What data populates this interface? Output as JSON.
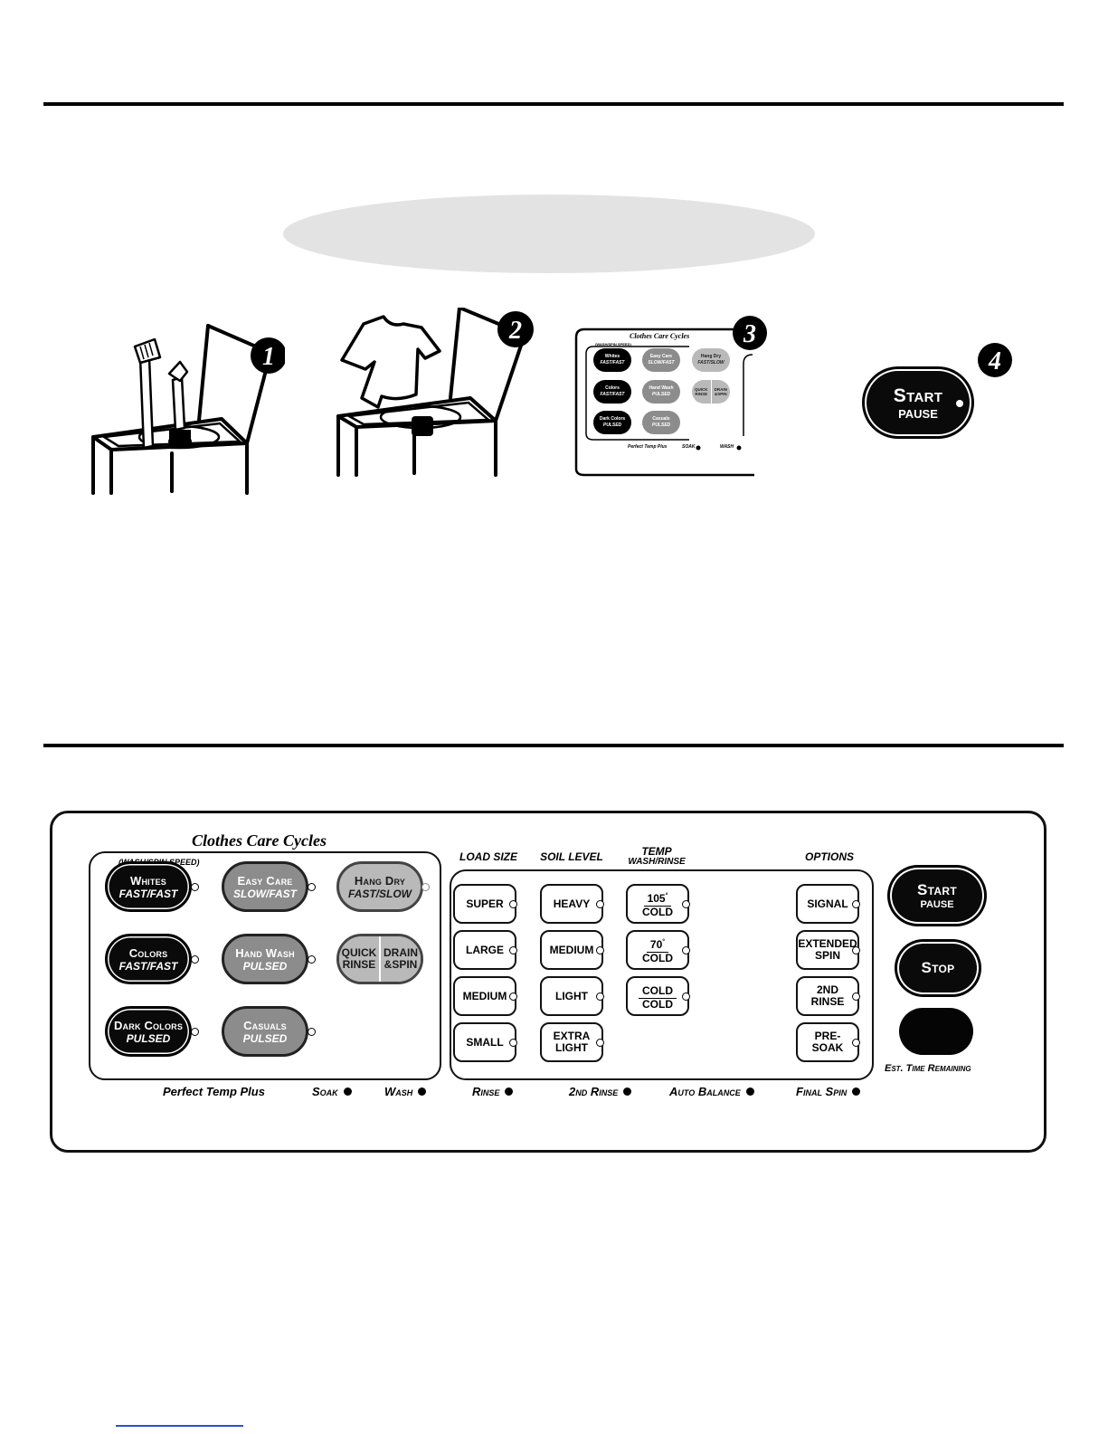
{
  "steps": [
    "1",
    "2",
    "3",
    "4"
  ],
  "mini_panel": {
    "title": "Clothes Care Cycles",
    "wash_spin": "(WASH/SPIN SPEED)",
    "cycles": [
      {
        "name": "Whites",
        "speed": "FAST/FAST"
      },
      {
        "name": "Easy Care",
        "speed": "SLOW/FAST"
      },
      {
        "name": "Hang Dry",
        "speed": "FAST/SLOW"
      },
      {
        "name": "Colors",
        "speed": "FAST/FAST"
      },
      {
        "name": "Hand Wash",
        "speed": "PULSED"
      },
      {
        "name": "Dark Colors",
        "speed": "PULSED"
      },
      {
        "name": "Casuals",
        "speed": "PULSED"
      }
    ],
    "quick": "QUICK RINSE",
    "drain": "DRAIN &SPIN",
    "footer_left": "Perfect Temp Plus",
    "footer_soak": "SOAK",
    "footer_wash": "WASH"
  },
  "start_pause": {
    "start": "Start",
    "pause": "PAUSE"
  },
  "panel": {
    "title": "Clothes Care Cycles",
    "wash_spin": "(WASH/SPIN SPEED)",
    "cycles": {
      "whites": {
        "name": "Whites",
        "speed": "FAST/FAST"
      },
      "easy_care": {
        "name": "Easy Care",
        "speed": "SLOW/FAST"
      },
      "hang_dry": {
        "name": "Hang Dry",
        "speed": "FAST/SLOW"
      },
      "colors": {
        "name": "Colors",
        "speed": "FAST/FAST"
      },
      "hand_wash": {
        "name": "Hand Wash",
        "speed": "PULSED"
      },
      "quick_rinse": {
        "line1": "QUICK",
        "line2": "RINSE"
      },
      "drain_spin": {
        "line1": "DRAIN",
        "line2": "&SPIN"
      },
      "dark_colors": {
        "name": "Dark Colors",
        "speed": "PULSED"
      },
      "casuals": {
        "name": "Casuals",
        "speed": "PULSED"
      }
    },
    "headers": {
      "load_size": "LOAD SIZE",
      "soil_level": "SOIL LEVEL",
      "temp": "TEMP",
      "temp_sub": "WASH/RINSE",
      "options": "OPTIONS"
    },
    "load_size": [
      "SUPER",
      "LARGE",
      "MEDIUM",
      "SMALL"
    ],
    "soil_level": {
      "heavy": "HEAVY",
      "medium": "MEDIUM",
      "light": "LIGHT",
      "extra_l1": "EXTRA",
      "extra_l2": "LIGHT"
    },
    "temp": [
      {
        "top": "105",
        "deg": "°",
        "bottom": "COLD"
      },
      {
        "top": "70",
        "deg": "°",
        "bottom": "COLD"
      },
      {
        "top": "COLD",
        "deg": "",
        "bottom": "COLD"
      }
    ],
    "options": {
      "signal": "SIGNAL",
      "ext_l1": "EXTENDED",
      "ext_l2": "SPIN",
      "rinse2_l1": "2ND",
      "rinse2_l2": "RINSE",
      "presoak_l1": "PRE-",
      "presoak_l2": "SOAK"
    },
    "start": "Start",
    "pause": "PAUSE",
    "stop": "Stop",
    "est_time": "Est. Time Remaining",
    "status": {
      "perfect_temp": "Perfect Temp Plus",
      "soak": "Soak",
      "wash": "Wash",
      "rinse": "Rinse",
      "second_rinse": "2nd Rinse",
      "auto_balance": "Auto Balance",
      "final_spin": "Final Spin"
    }
  }
}
